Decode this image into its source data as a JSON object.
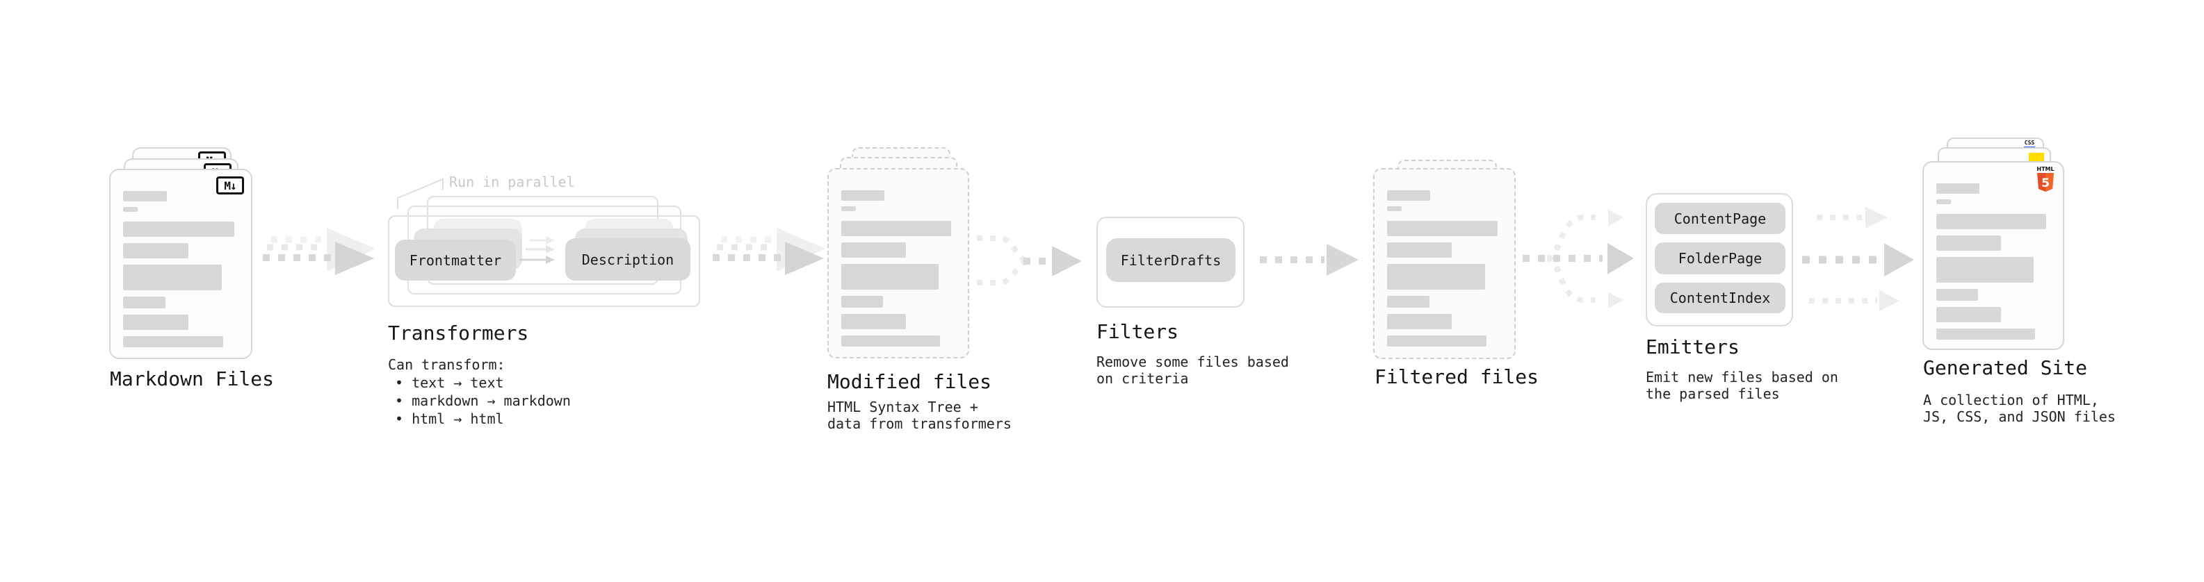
{
  "diagram": {
    "markdown_files": {
      "title": "Markdown Files",
      "badge": "M↓"
    },
    "transformers": {
      "title": "Transformers",
      "annotation": "Run in parallel",
      "pill_a": "Frontmatter",
      "pill_b": "Description",
      "heading": "Can transform:",
      "bullets": [
        "• text → text",
        "• markdown → markdown",
        "• html → html"
      ]
    },
    "modified_files": {
      "title": "Modified files",
      "subtitle": "HTML Syntax Tree +\ndata from transformers"
    },
    "filters": {
      "title": "Filters",
      "pill": "FilterDrafts",
      "subtitle": "Remove some files based\non criteria"
    },
    "filtered_files": {
      "title": "Filtered files"
    },
    "emitters": {
      "title": "Emitters",
      "pills": [
        "ContentPage",
        "FolderPage",
        "ContentIndex"
      ],
      "subtitle": "Emit new files based on\nthe parsed files"
    },
    "generated_site": {
      "title": "Generated Site",
      "subtitle": "A collection of HTML,\nJS, CSS, and JSON files",
      "badge_css": "CSS",
      "badge_html_label": "HTML",
      "badge_html_number": "5"
    }
  },
  "colors": {
    "ink": "#1c1c1c",
    "muted_annotation": "#c9c9c9",
    "shape_gray": "#d9d9d9",
    "arrow_light": "#ededed",
    "html5_orange": "#e44d26",
    "html5_orange_light": "#f16529",
    "js_yellow": "#ffdc00",
    "css_blue": "#2962ff"
  }
}
